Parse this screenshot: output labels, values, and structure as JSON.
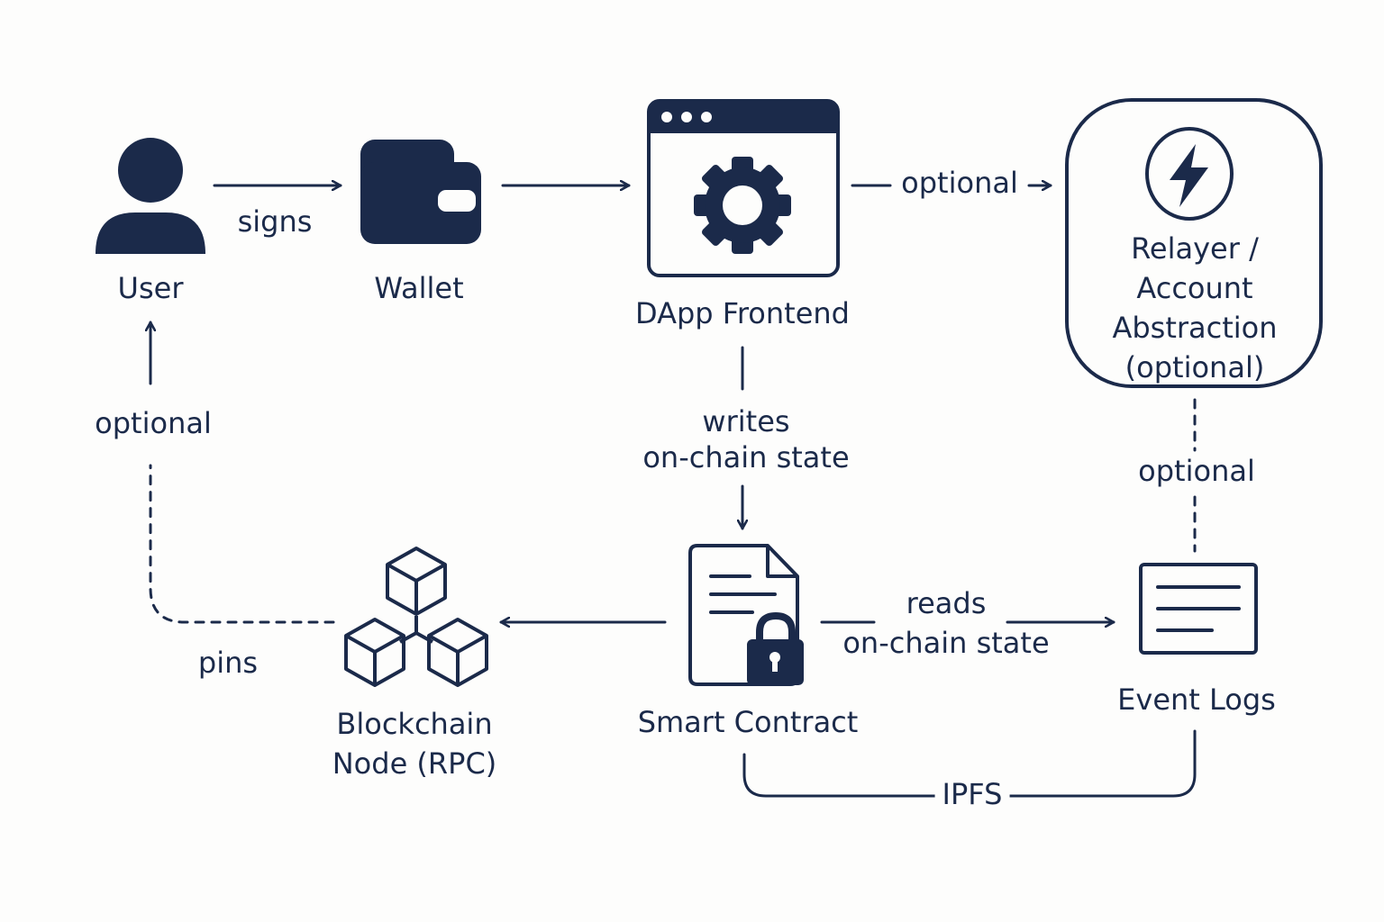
{
  "colors": {
    "ink": "#1b2a4a",
    "background": "#fdfdfc"
  },
  "nodes": {
    "user": {
      "label": "User",
      "icon": "user-icon"
    },
    "wallet": {
      "label": "Wallet",
      "icon": "wallet-icon"
    },
    "dapp": {
      "label": "DApp Frontend",
      "icon": "browser-gear-icon"
    },
    "relayer": {
      "lines": [
        "Relayer /",
        "Account",
        "Abstraction",
        "(optional)"
      ],
      "icon": "lightning-icon"
    },
    "contract": {
      "label": "Smart Contract",
      "icon": "document-lock-icon"
    },
    "node": {
      "lines": [
        "Blockchain",
        "Node (RPC)"
      ],
      "icon": "blocks-icon"
    },
    "logs": {
      "label": "Event Logs",
      "icon": "log-list-icon"
    }
  },
  "edges": {
    "user_wallet": "signs",
    "dapp_relayer": "optional",
    "dapp_contract": [
      "writes",
      "on-chain state"
    ],
    "contract_logs": [
      "reads",
      "on-chain state"
    ],
    "relayer_logs": "optional",
    "node_user": "optional",
    "node_user_pins": "pins",
    "contract_logs_bottom": "IPFS"
  }
}
